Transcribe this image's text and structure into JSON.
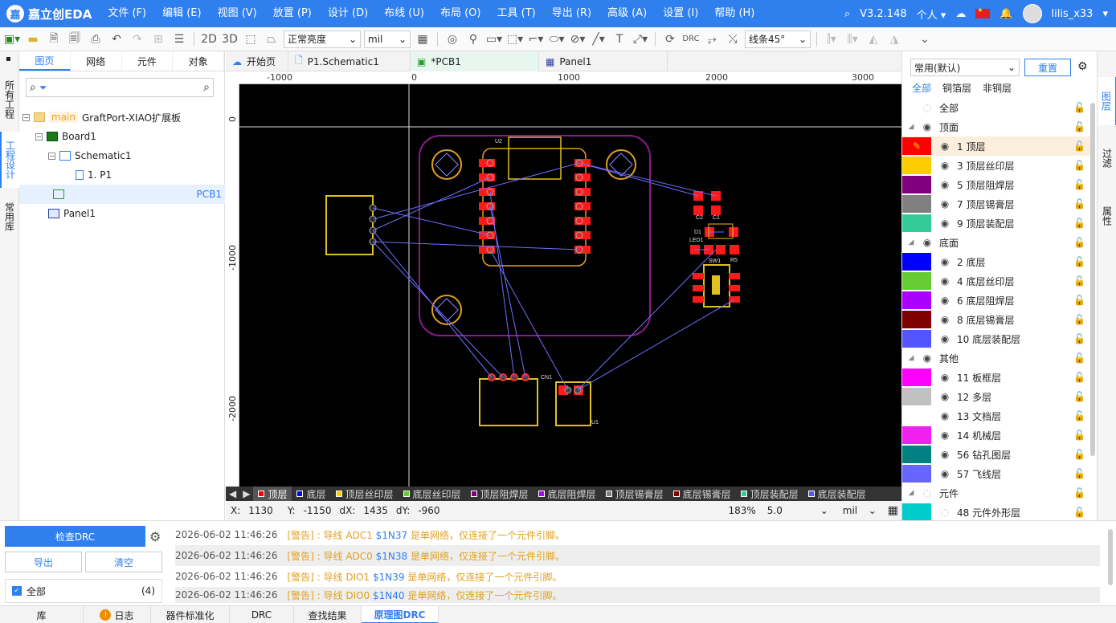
{
  "app": {
    "logo": "嘉立创EDA",
    "version": "V3.2.148",
    "mode": "个人",
    "user": "lilis_x33"
  },
  "menu": [
    "文件 (F)",
    "编辑 (E)",
    "视图 (V)",
    "放置 (P)",
    "设计 (D)",
    "布线 (U)",
    "布局 (O)",
    "工具 (T)",
    "导出 (R)",
    "高级 (A)",
    "设置 (I)",
    "帮助 (H)"
  ],
  "toolbar": {
    "view2d": "2D",
    "view3d": "3D",
    "brightness": "正常亮度",
    "unit": "mil",
    "drc": "DRC",
    "line_mode": "线条45°"
  },
  "left_tabs": [
    "所有工程",
    "工程设计",
    "常用库"
  ],
  "panel_tabs": [
    "图页",
    "网络",
    "元件",
    "对象"
  ],
  "tree": {
    "branch": "main",
    "project": "GraftPort-XIAO扩展板",
    "board": "Board1",
    "schematic": "Schematic1",
    "page": "1. P1",
    "pcb": "PCB1",
    "panel": "Panel1"
  },
  "doc_tabs": [
    "开始页",
    "P1.Schematic1",
    "*PCB1",
    "Panel1"
  ],
  "ruler_h": [
    "-1000",
    "0",
    "1000",
    "2000",
    "3000"
  ],
  "ruler_v": [
    "0",
    "-1000",
    "-2000"
  ],
  "pcb": {
    "refs": [
      "U2",
      "C2",
      "C1",
      "D1",
      "LED1",
      "R5",
      "SW1",
      "CN1",
      "U1"
    ]
  },
  "layer_bar": [
    {
      "name": "顶层",
      "color": "#ff0000"
    },
    {
      "name": "底层",
      "color": "#0000ff"
    },
    {
      "name": "顶层丝印层",
      "color": "#ffcc00"
    },
    {
      "name": "底层丝印层",
      "color": "#66cc33"
    },
    {
      "name": "顶层阻焊层",
      "color": "#800080"
    },
    {
      "name": "底层阻焊层",
      "color": "#aa00ff"
    },
    {
      "name": "顶层锡膏层",
      "color": "#808080"
    },
    {
      "name": "底层锡膏层",
      "color": "#800000"
    },
    {
      "name": "顶层装配层",
      "color": "#33cc99"
    },
    {
      "name": "底层装配层",
      "color": "#5555ff"
    }
  ],
  "coords": {
    "x_label": "X:",
    "x": "1130",
    "y_label": "Y:",
    "y": "-1150",
    "dx_label": "dX:",
    "dx": "1435",
    "dy_label": "dY:",
    "dy": "-960",
    "zoom": "183%",
    "grid": "5.0",
    "unit": "mil"
  },
  "right_panel": {
    "preset": "常用(默认)",
    "reset": "重置",
    "filters": [
      "全部",
      "铜箔层",
      "非铜层"
    ]
  },
  "layers": [
    {
      "type": "group-all",
      "name": "全部"
    },
    {
      "type": "group",
      "name": "顶面"
    },
    {
      "type": "layer",
      "name": "1 顶层",
      "color": "#ff0000",
      "active": true
    },
    {
      "type": "layer",
      "name": "3 顶层丝印层",
      "color": "#ffcc00"
    },
    {
      "type": "layer",
      "name": "5 顶层阻焊层",
      "color": "#800080"
    },
    {
      "type": "layer",
      "name": "7 顶层锡膏层",
      "color": "#808080"
    },
    {
      "type": "layer",
      "name": "9 顶层装配层",
      "color": "#33cc99"
    },
    {
      "type": "group",
      "name": "底面"
    },
    {
      "type": "layer",
      "name": "2 底层",
      "color": "#0000ff"
    },
    {
      "type": "layer",
      "name": "4 底层丝印层",
      "color": "#66cc33"
    },
    {
      "type": "layer",
      "name": "6 底层阻焊层",
      "color": "#aa00ff"
    },
    {
      "type": "layer",
      "name": "8 底层锡膏层",
      "color": "#800000"
    },
    {
      "type": "layer",
      "name": "10 底层装配层",
      "color": "#5555ff"
    },
    {
      "type": "group",
      "name": "其他"
    },
    {
      "type": "layer",
      "name": "11 板框层",
      "color": "#ff00ff"
    },
    {
      "type": "layer",
      "name": "12 多层",
      "color": "#c0c0c0"
    },
    {
      "type": "layer",
      "name": "13 文档层",
      "color": "#ffffff"
    },
    {
      "type": "layer",
      "name": "14 机械层",
      "color": "#f020f0"
    },
    {
      "type": "layer",
      "name": "56 钻孔图层",
      "color": "#008080"
    },
    {
      "type": "layer",
      "name": "57 飞线层",
      "color": "#6666ff"
    },
    {
      "type": "group",
      "name": "元件"
    },
    {
      "type": "layer",
      "name": "48 元件外形层",
      "color": "#00cccc"
    }
  ],
  "right_tabs": [
    "图层",
    "过滤",
    "属性"
  ],
  "drc": {
    "check": "检查DRC",
    "export": "导出",
    "clear": "清空",
    "all": "全部",
    "count": "(4)"
  },
  "messages": [
    {
      "time": "2026-06-02 11:46:26",
      "tag": "[警告]",
      "pre": ": 导线 ADC1",
      "net": "$1N37",
      "post": "是单网络，仅连接了一个元件引脚。"
    },
    {
      "time": "2026-06-02 11:46:26",
      "tag": "[警告]",
      "pre": ": 导线 ADC0",
      "net": "$1N38",
      "post": "是单网络，仅连接了一个元件引脚。"
    },
    {
      "time": "2026-06-02 11:46:26",
      "tag": "[警告]",
      "pre": ": 导线 DIO1",
      "net": "$1N39",
      "post": "是单网络，仅连接了一个元件引脚。"
    },
    {
      "time": "2026-06-02 11:46:26",
      "tag": "[警告]",
      "pre": ": 导线 DIO0",
      "net": "$1N40",
      "post": "是单网络，仅连接了一个元件引脚。"
    }
  ],
  "bottom_tabs": [
    "库",
    "日志",
    "器件标准化",
    "DRC",
    "查找结果",
    "原理图DRC"
  ]
}
